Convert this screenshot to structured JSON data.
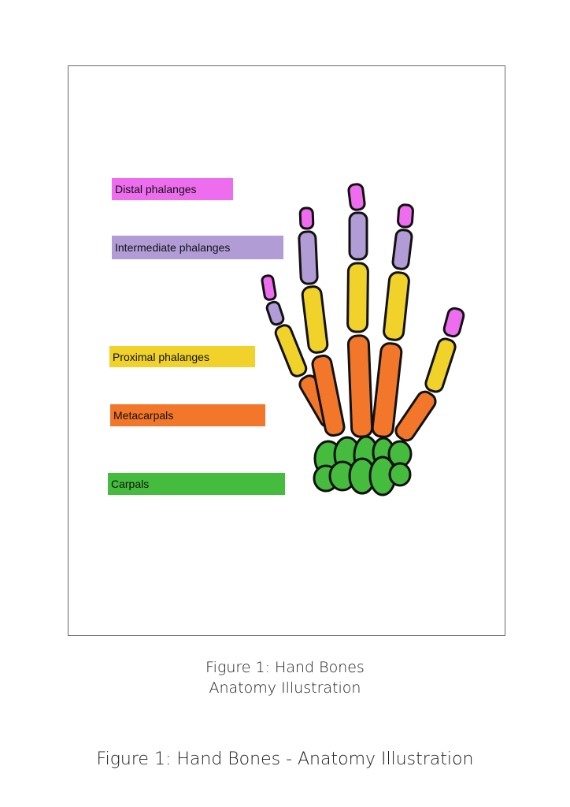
{
  "figure": {
    "legend": [
      {
        "key": "distal",
        "label": "Distal phalanges",
        "color": "#ee6cee"
      },
      {
        "key": "intermediate",
        "label": "Intermediate phalanges",
        "color": "#b19cd6"
      },
      {
        "key": "proximal",
        "label": "Proximal phalanges",
        "color": "#f0d22a"
      },
      {
        "key": "metacarpals",
        "label": "Metacarpals",
        "color": "#f2772a"
      },
      {
        "key": "carpals",
        "label": "Carpals",
        "color": "#45bc3e"
      }
    ],
    "outline_color": "#111111"
  },
  "caption": {
    "line1": "Figure 1: Hand Bones",
    "line2": "Anatomy Illustration",
    "full": "Figure 1: Hand Bones - Anatomy Illustration"
  }
}
